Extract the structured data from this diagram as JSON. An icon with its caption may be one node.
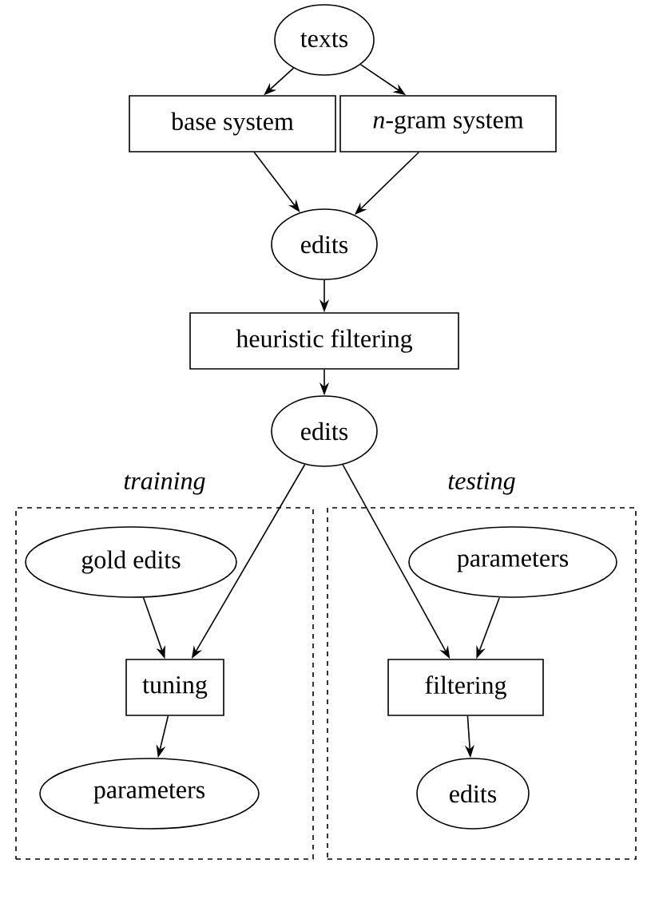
{
  "diagram": {
    "nodes": [
      {
        "text": [
          "texts"
        ]
      },
      {
        "text": [
          "base system"
        ]
      },
      {
        "text": [
          "*n*-gram system"
        ]
      },
      {
        "text": [
          "edits"
        ]
      },
      {
        "text": [
          "heuristic filtering"
        ]
      },
      {
        "text": [
          "edits"
        ]
      },
      {
        "text": [
          "training"
        ]
      },
      {
        "text": [
          "gold edits"
        ],
        "in": 6
      },
      {
        "text": [
          "tuning"
        ],
        "in": 6
      },
      {
        "text": [
          "parameters"
        ],
        "in": 6
      },
      {
        "text": [
          "testing"
        ]
      },
      {
        "text": [
          "parameters"
        ],
        "in": 10
      },
      {
        "text": [
          "filtering"
        ],
        "in": 10
      },
      {
        "text": [
          "edits"
        ],
        "in": 10
      }
    ],
    "edges": [
      {
        "from": 0,
        "to": 1,
        "arrow": "to"
      },
      {
        "from": 0,
        "to": 2,
        "arrow": "to"
      },
      {
        "from": 1,
        "to": 3,
        "arrow": "to"
      },
      {
        "from": 2,
        "to": 3,
        "arrow": "to"
      },
      {
        "from": 3,
        "to": 4,
        "arrow": "to"
      },
      {
        "from": 4,
        "to": 5,
        "arrow": "to"
      },
      {
        "from": 5,
        "to": 8,
        "arrow": "to"
      },
      {
        "from": 5,
        "to": 12,
        "arrow": "to"
      },
      {
        "from": 7,
        "to": 8,
        "arrow": "to"
      },
      {
        "from": 8,
        "to": 9,
        "arrow": "to"
      },
      {
        "from": 11,
        "to": 12,
        "arrow": "to"
      },
      {
        "from": 12,
        "to": 13,
        "arrow": "to"
      }
    ]
  }
}
